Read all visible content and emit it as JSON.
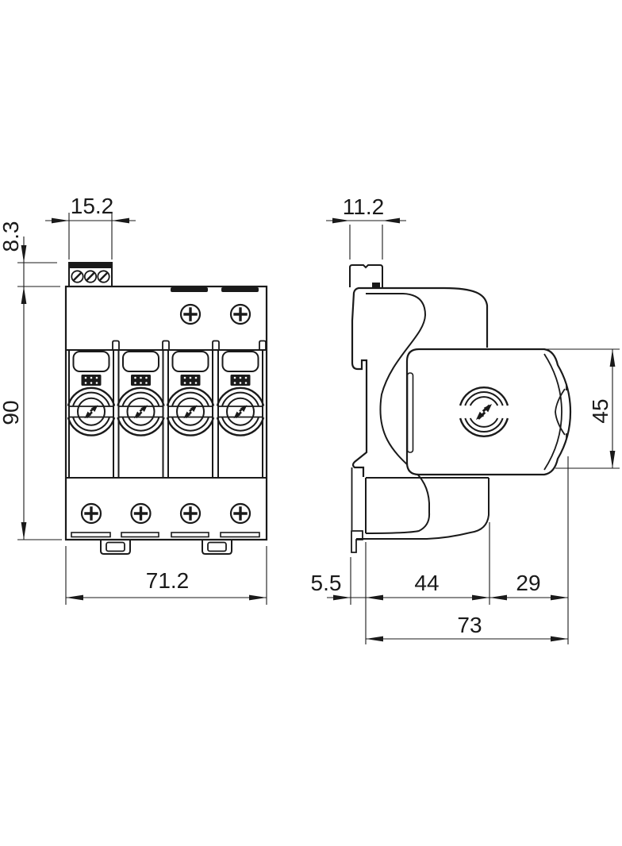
{
  "colors": {
    "line": "#1a1a1a",
    "background": "#ffffff"
  },
  "icons": {
    "surge_logo": "lightning-bolt-icon",
    "cross_screw": "phillips-screw-icon",
    "terminal_screw": "slotted-screw-icon"
  },
  "dimensions": {
    "front": {
      "terminal_width": "15.2",
      "terminal_height": "8.3",
      "body_height": "90",
      "body_width": "71.2"
    },
    "side": {
      "terminal_width": "11.2",
      "module_height": "45",
      "rail_depth": "5.5",
      "base_depth": "44",
      "module_depth": "29",
      "total_depth": "73"
    }
  }
}
